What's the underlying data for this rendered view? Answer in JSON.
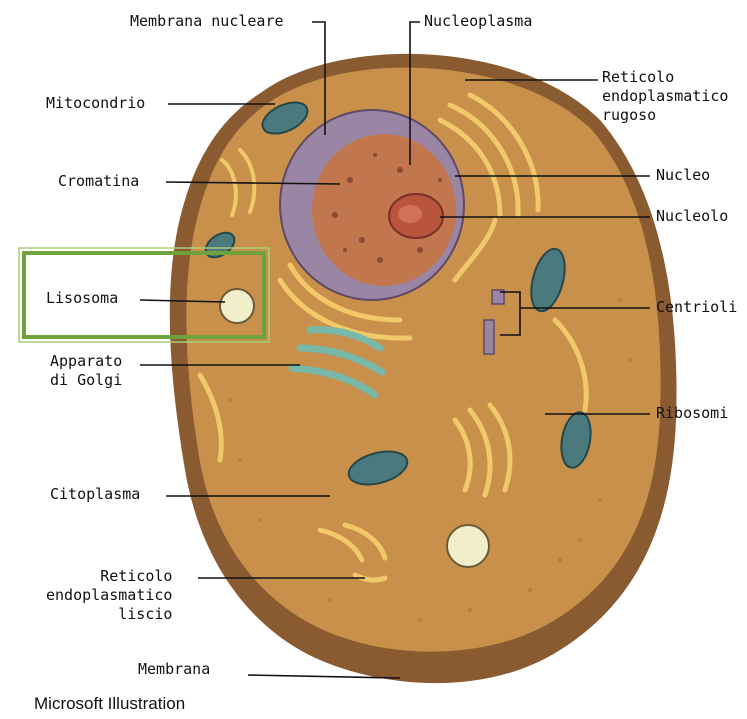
{
  "labels": {
    "membrana_nucleare": "Membrana nucleare",
    "nucleoplasma": "Nucleoplasma",
    "mitocondrio": "Mitocondrio",
    "reticolo_rugoso": "Reticolo\nendoplasmatico\nrugoso",
    "cromatina": "Cromatina",
    "nucleo": "Nucleo",
    "nucleolo": "Nucleolo",
    "lisosoma": "Lisosoma",
    "centrioli": "Centrioli",
    "apparato_golgi": "Apparato\ndi Golgi",
    "ribosomi": "Ribosomi",
    "citoplasma": "Citoplasma",
    "reticolo_liscio": "Reticolo\nendoplasmatico\nliscio",
    "membrana": "Membrana"
  },
  "credit": "Microsoft Illustration",
  "colors": {
    "cytoplasm": "#c8904a",
    "membrane": "#8a5a30",
    "nuclear_envelope": "#9a86a4",
    "nucleoplasm": "#c2764e",
    "nucleolus": "#b8553c",
    "er": "#f1c86a",
    "mitochondria": "#4a7a7e",
    "golgi": "#78b8a8",
    "lysosome": "#f1efc9",
    "highlight": "#6fa23a"
  }
}
